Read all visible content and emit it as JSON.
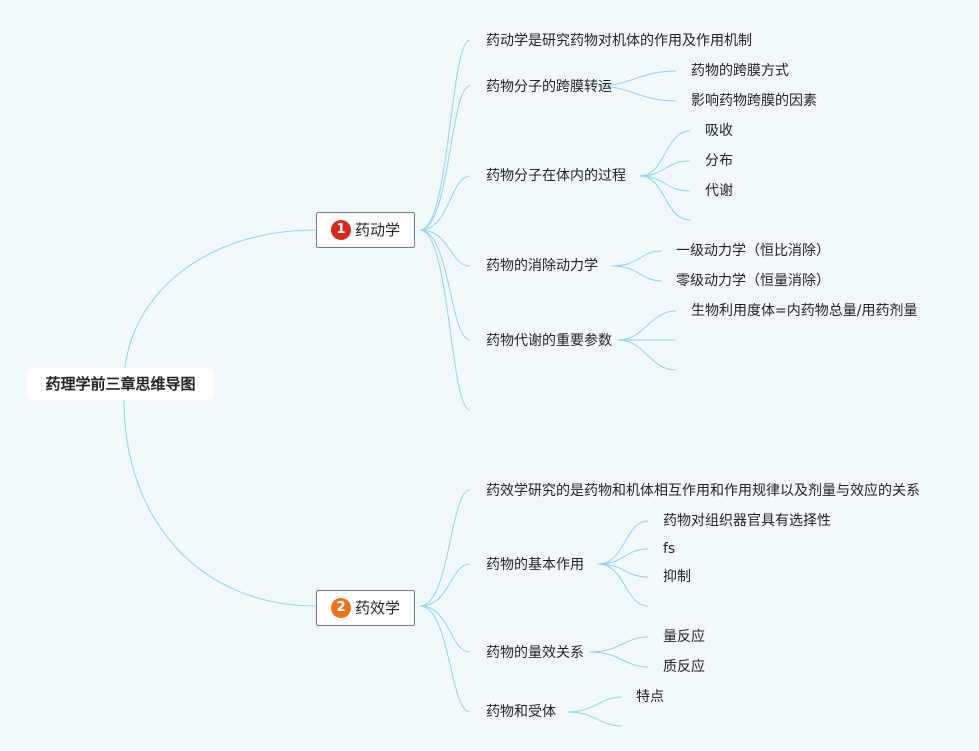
{
  "root": {
    "label": "药理学前三章思维导图"
  },
  "topic1": {
    "number": "1",
    "label": "药动学",
    "children": {
      "c1": "药动学是研究药物对机体的作用及作用机制",
      "c2": {
        "label": "药物分子的跨膜转运",
        "items": [
          "药物的跨膜方式",
          "影响药物跨膜的因素"
        ]
      },
      "c3": {
        "label": "药物分子在体内的过程",
        "items": [
          "吸收",
          "分布",
          "代谢"
        ]
      },
      "c4": {
        "label": "药物的消除动力学",
        "items": [
          "一级动力学（恒比消除）",
          "零级动力学（恒量消除）"
        ]
      },
      "c5": {
        "label": "药物代谢的重要参数",
        "items": [
          "生物利用度体=内药物总量/用药剂量"
        ]
      }
    }
  },
  "topic2": {
    "number": "2",
    "label": "药效学",
    "children": {
      "c1": "药效学研究的是药物和机体相互作用和作用规律以及剂量与效应的关系",
      "c2": {
        "label": "药物的基本作用",
        "items": [
          "药物对组织器官具有选择性",
          "fs",
          "抑制"
        ]
      },
      "c3": {
        "label": "药物的量效关系",
        "items": [
          "量反应",
          "质反应"
        ]
      },
      "c4": {
        "label": "药物和受体",
        "items": [
          "特点"
        ]
      }
    }
  },
  "colors": {
    "line": "#8ed2ee",
    "background": "#f2f9fc",
    "badge1": "#d52b1e",
    "badge2": "#e8731b"
  }
}
